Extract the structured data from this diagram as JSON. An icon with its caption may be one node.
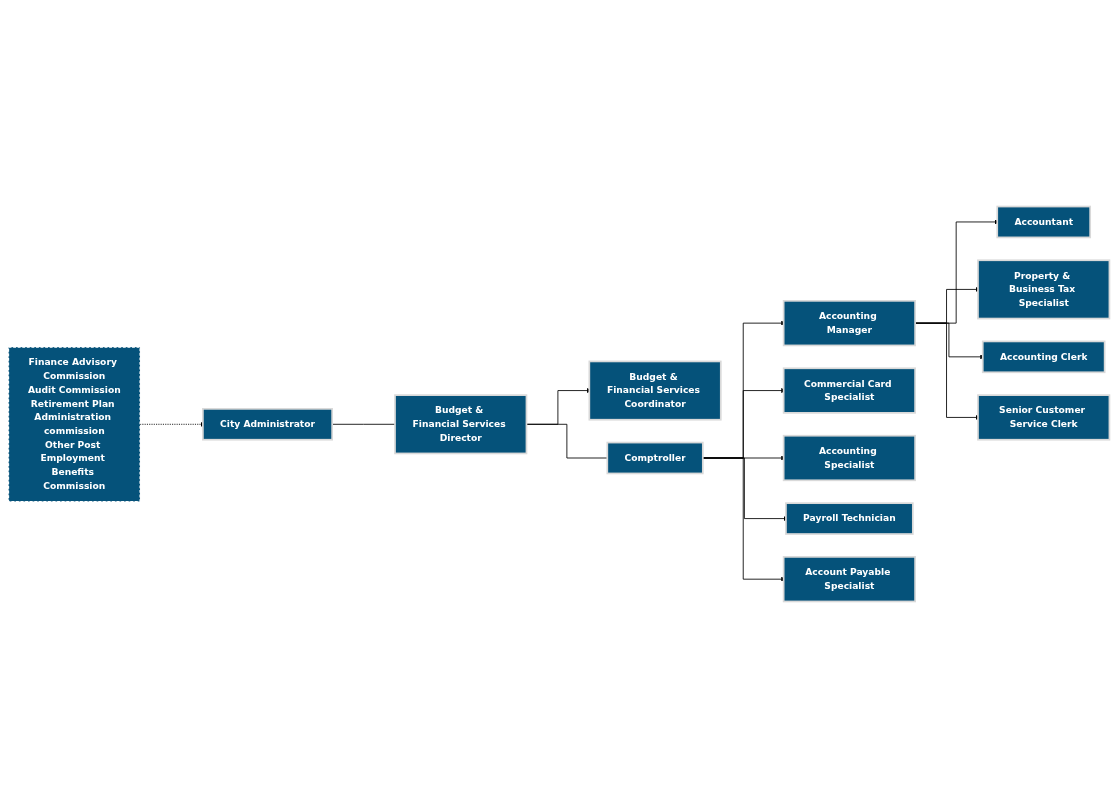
{
  "diagram": {
    "nodes": [
      {
        "text": [
          "Finance Advisory Commission",
          "Audit Commission",
          "Retirement Plan Administration commission",
          "Other Post Employment Benefits Commission"
        ]
      },
      {
        "text": [
          "City Administrator"
        ]
      },
      {
        "text": [
          "Budget & Financial Services Director"
        ]
      },
      {
        "text": [
          "Budget & Financial Services Coordinator"
        ]
      },
      {
        "text": [
          "Comptroller"
        ]
      },
      {
        "text": [
          "Accounting Manager"
        ]
      },
      {
        "text": [
          "Commercial Card Specialist"
        ]
      },
      {
        "text": [
          "Accounting Specialist"
        ]
      },
      {
        "text": [
          "Payroll Technician"
        ]
      },
      {
        "text": [
          "Account Payable Specialist"
        ]
      },
      {
        "text": [
          "Accountant"
        ]
      },
      {
        "text": [
          "Property & Business Tax Specialist"
        ]
      },
      {
        "text": [
          "Accounting Clerk"
        ]
      },
      {
        "text": [
          "Senior Customer Service Clerk"
        ]
      }
    ],
    "edges": [
      {
        "from": 0,
        "to": 1,
        "arrow": "to",
        "style": "dashed"
      },
      {
        "from": 1,
        "to": 2,
        "arrow": "none"
      },
      {
        "from": 2,
        "to": 3,
        "arrow": "to"
      },
      {
        "from": 2,
        "to": 4,
        "arrow": "none"
      },
      {
        "from": 4,
        "to": 5,
        "arrow": "to"
      },
      {
        "from": 4,
        "to": 6,
        "arrow": "to"
      },
      {
        "from": 4,
        "to": 7,
        "arrow": "to"
      },
      {
        "from": 4,
        "to": 8,
        "arrow": "to"
      },
      {
        "from": 4,
        "to": 9,
        "arrow": "to"
      },
      {
        "from": 5,
        "to": 10,
        "arrow": "to"
      },
      {
        "from": 5,
        "to": 11,
        "arrow": "to"
      },
      {
        "from": 5,
        "to": 12,
        "arrow": "to"
      },
      {
        "from": 5,
        "to": 13,
        "arrow": "to"
      }
    ]
  }
}
